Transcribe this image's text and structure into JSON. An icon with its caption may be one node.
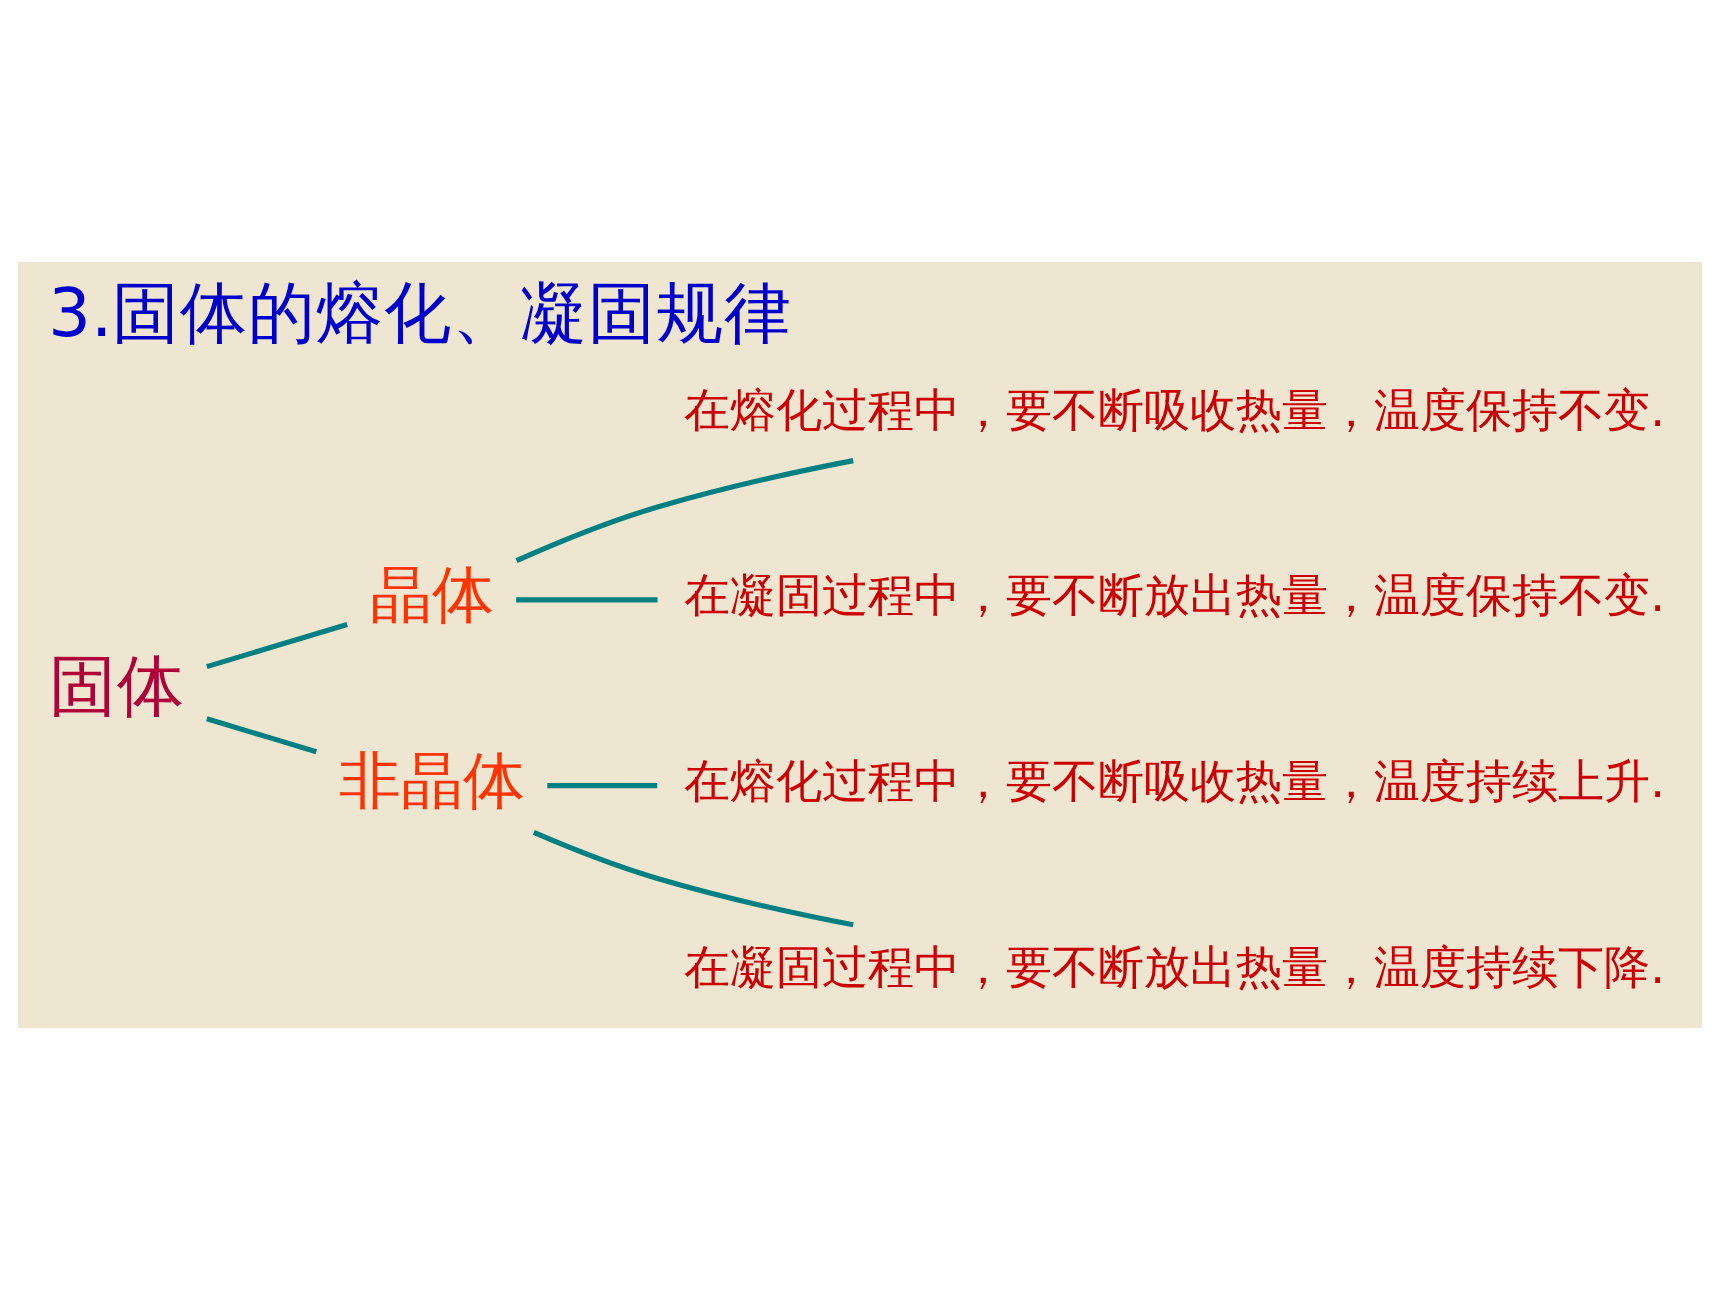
{
  "diagram": {
    "title": "3.固体的熔化、凝固规律",
    "nodes": [
      {
        "text": [
          "固体"
        ]
      },
      {
        "text": [
          "晶体"
        ]
      },
      {
        "text": [
          "在熔化过程中，要不断吸收热量，温度保持不变."
        ]
      },
      {
        "text": [
          "在凝固过程中，要不断放出热量，温度保持不变."
        ]
      },
      {
        "text": [
          "非晶体"
        ]
      },
      {
        "text": [
          "在熔化过程中，要不断吸收热量，温度持续上升."
        ]
      },
      {
        "text": [
          "在凝固过程中，要不断放出热量，温度持续下降."
        ]
      }
    ],
    "edges": [
      {
        "from": 0,
        "to": 1,
        "arrow": "none"
      },
      {
        "from": 0,
        "to": 4,
        "arrow": "none"
      },
      {
        "from": 1,
        "to": 2,
        "arrow": "none"
      },
      {
        "from": 1,
        "to": 3,
        "arrow": "none"
      },
      {
        "from": 4,
        "to": 5,
        "arrow": "none"
      },
      {
        "from": 4,
        "to": 6,
        "arrow": "none"
      }
    ]
  }
}
